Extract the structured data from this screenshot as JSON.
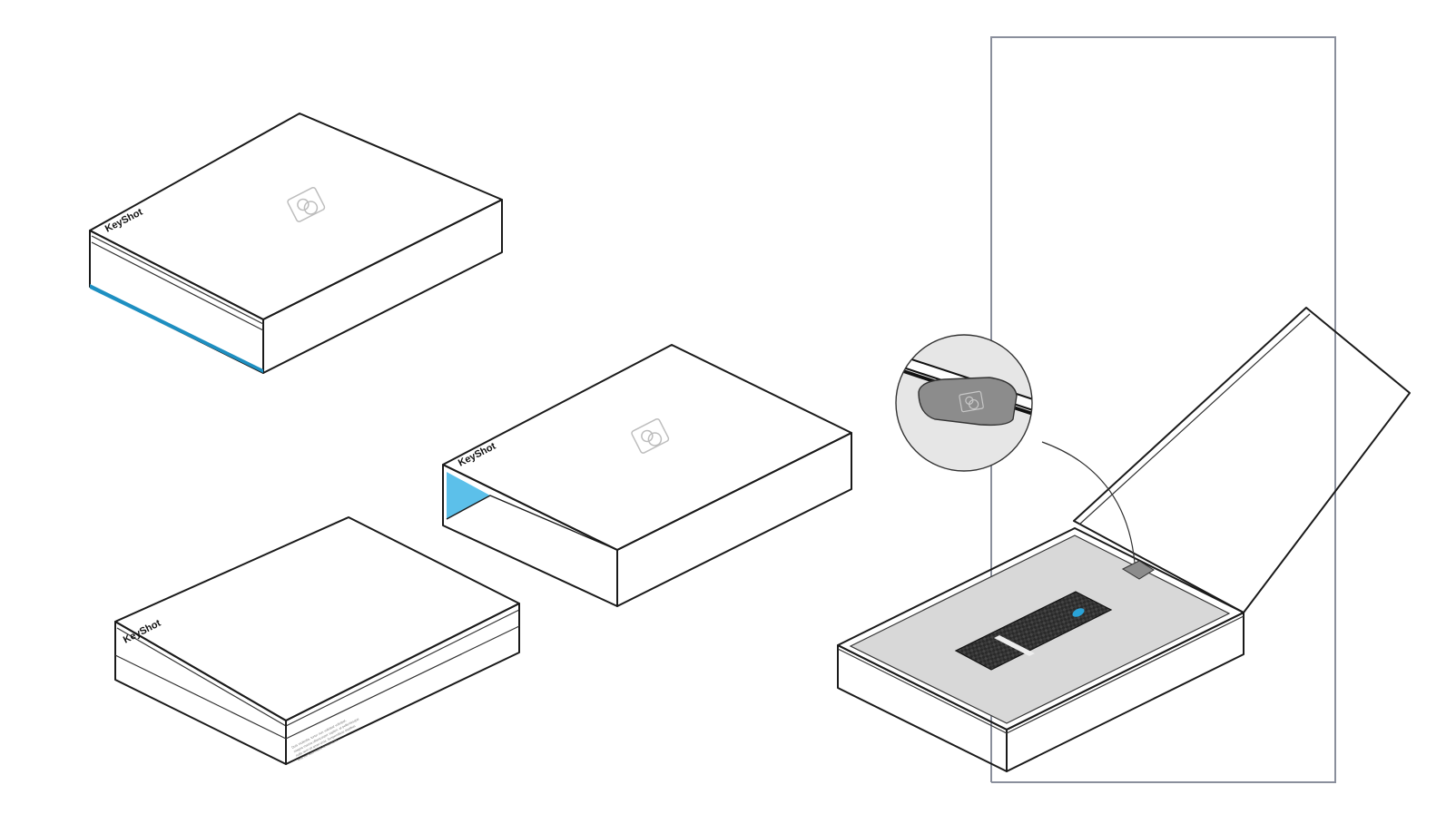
{
  "brand": {
    "name": "KeyShot"
  },
  "colors": {
    "accent_blue": "#2aa3d8",
    "accent_blue_dark": "#1e8fc1",
    "lid_gray": "#f2f2f2",
    "tray_gray": "#d8d8d8",
    "outline": "#1a1a1a",
    "panel_border": "#8a8f9c"
  },
  "icons": {
    "logo": "keyshot-camera-icon",
    "insert": "carbon-fiber-usb-icon",
    "tab": "pull-tab-icon"
  },
  "fine_print": [
    "Duis molestie, tortor non volutpat volutpat,",
    "magna massa ullamcorper sapien, at pellentesque",
    "nulla sem sit amet urna. Suspendisse dapibus",
    "erat vel felis mattis fermentum."
  ]
}
